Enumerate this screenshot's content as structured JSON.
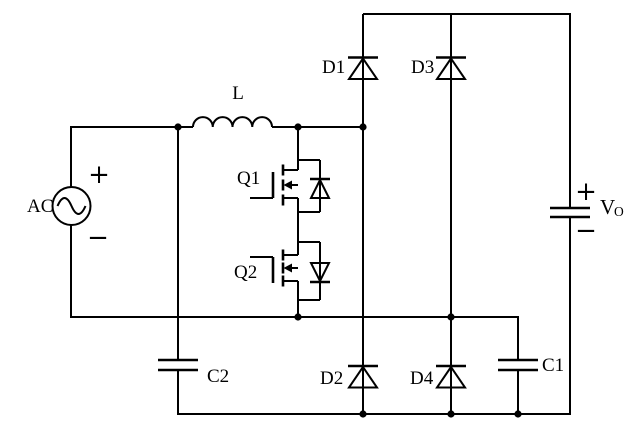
{
  "colors": {
    "background": "#ffffff",
    "stroke": "#000000"
  },
  "labels": {
    "ac_source": "AC",
    "ac_plus": "+",
    "ac_minus": "−",
    "inductor": "L",
    "q1": "Q1",
    "q2": "Q2",
    "d1": "D1",
    "d2": "D2",
    "d3": "D3",
    "d4": "D4",
    "c1": "C1",
    "c2": "C2",
    "vo_main": "V",
    "vo_sub": "O",
    "vo_plus": "+",
    "vo_minus": "−"
  },
  "components": [
    {
      "ref": "AC",
      "type": "ac-voltage-source"
    },
    {
      "ref": "L",
      "type": "inductor"
    },
    {
      "ref": "Q1",
      "type": "n-mosfet-with-body-diode-cathode-up"
    },
    {
      "ref": "Q2",
      "type": "n-mosfet-with-body-diode-cathode-down"
    },
    {
      "ref": "D1",
      "type": "diode-cathode-up"
    },
    {
      "ref": "D2",
      "type": "diode-cathode-up"
    },
    {
      "ref": "D3",
      "type": "diode-cathode-up"
    },
    {
      "ref": "D4",
      "type": "diode-cathode-up"
    },
    {
      "ref": "C1",
      "type": "capacitor"
    },
    {
      "ref": "C2",
      "type": "capacitor"
    },
    {
      "ref": "Vo",
      "type": "output-voltage-capacitor"
    }
  ]
}
